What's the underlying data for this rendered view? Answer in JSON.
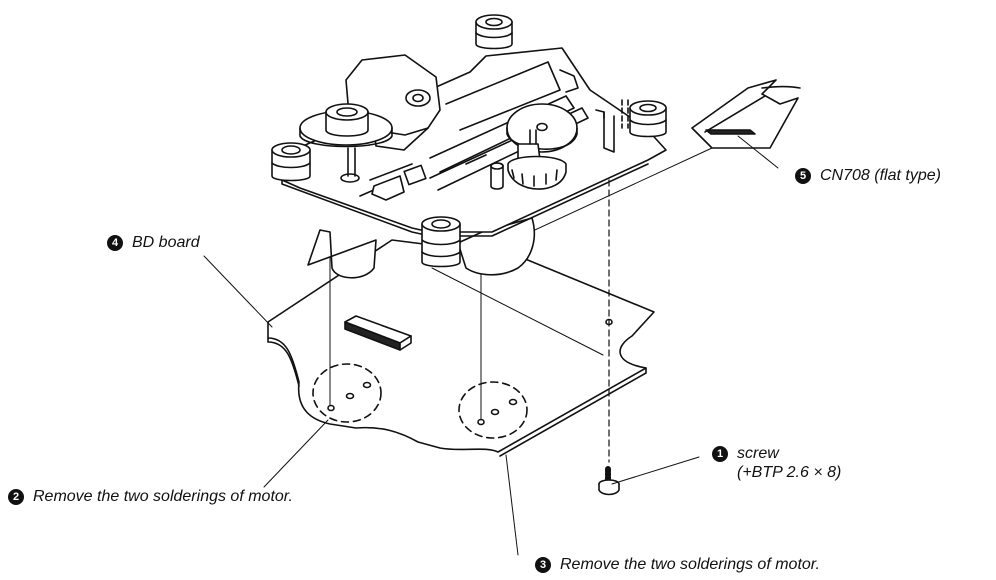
{
  "labels": {
    "step1": {
      "number": "1",
      "text_line1": "screw",
      "text_line2": "(+BTP 2.6 × 8)"
    },
    "step2": {
      "number": "2",
      "text": "Remove the two solderings of motor."
    },
    "step3": {
      "number": "3",
      "text": "Remove the two solderings of motor."
    },
    "step4": {
      "number": "4",
      "text": "BD board"
    },
    "step5": {
      "number": "5",
      "text": "CN708 (flat type)"
    }
  }
}
